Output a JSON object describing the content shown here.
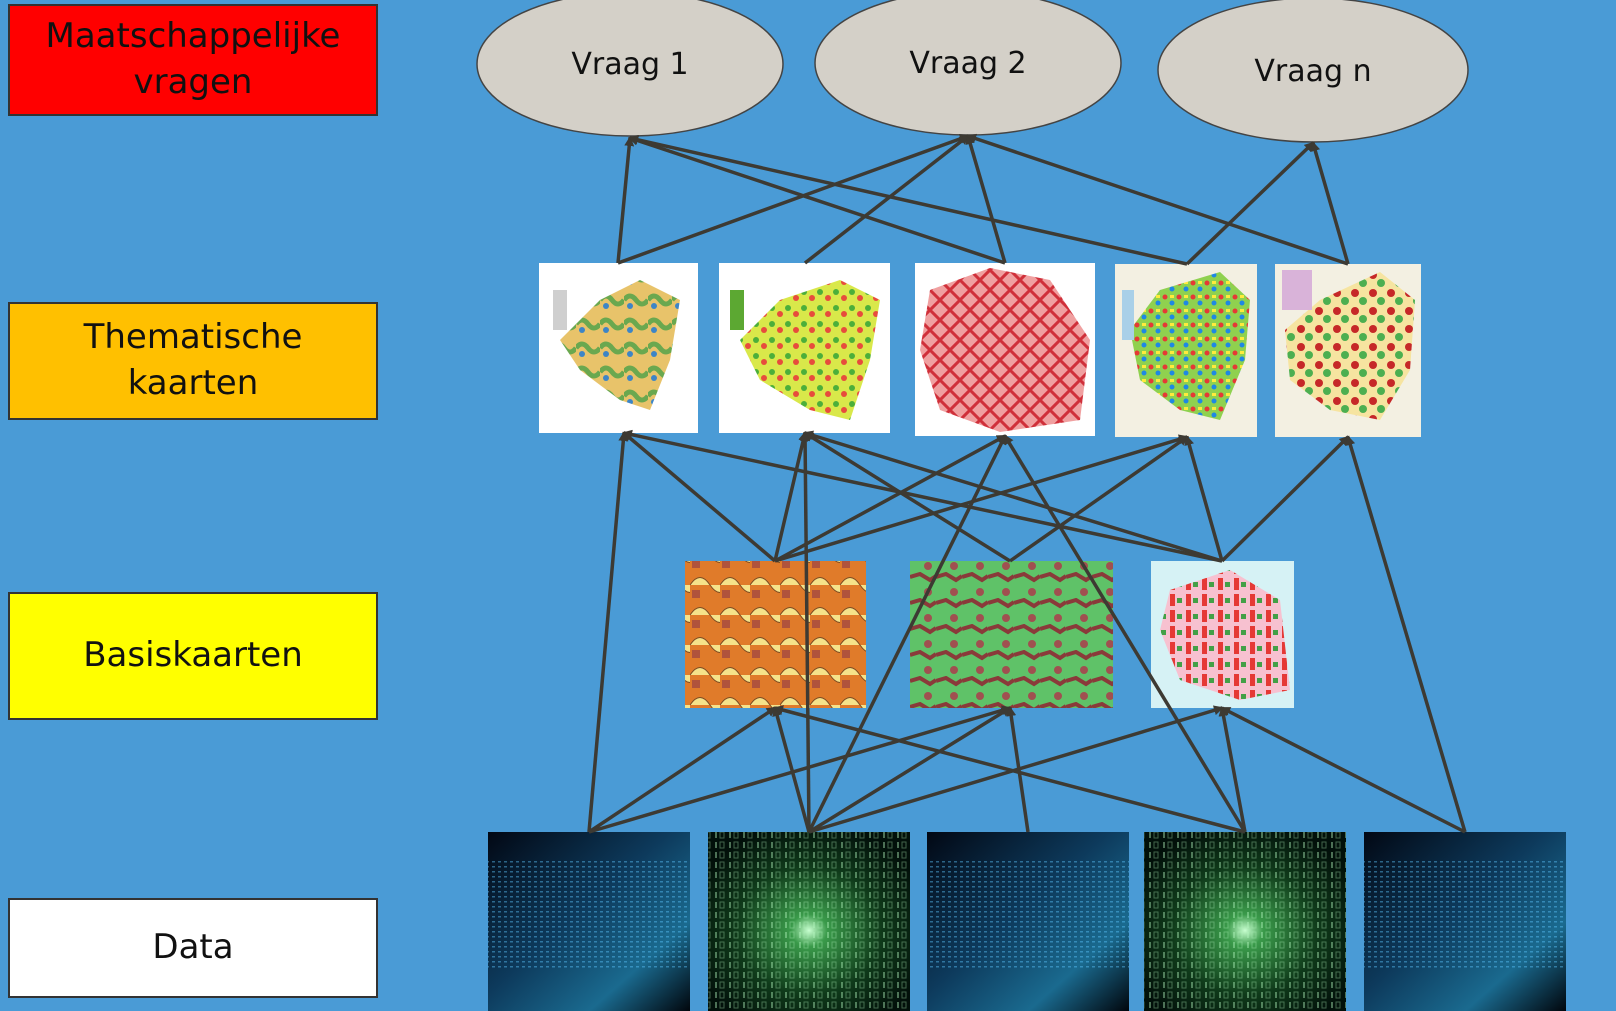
{
  "tiers": {
    "maatschappelijk": "Maatschappelijke\nvragen",
    "thematisch": "Thematische\nkaarten",
    "basis": "Basiskaarten",
    "data": "Data"
  },
  "questions": [
    "Vraag 1",
    "Vraag 2",
    "Vraag n"
  ],
  "colors": {
    "background": "#4a9bd6",
    "tier_red": "#ff0000",
    "tier_orange": "#ffc000",
    "tier_yellow": "#ffff00",
    "tier_white": "#ffffff",
    "question_fill": "#d4d0c8",
    "arrow": "#3d3a33"
  },
  "thematic_maps": [
    {
      "name": "thematische-kaart-1"
    },
    {
      "name": "thematische-kaart-2"
    },
    {
      "name": "thematische-kaart-3"
    },
    {
      "name": "thematische-kaart-4"
    },
    {
      "name": "thematische-kaart-5"
    }
  ],
  "base_maps": [
    {
      "name": "basiskaart-1"
    },
    {
      "name": "basiskaart-2"
    },
    {
      "name": "basiskaart-3"
    }
  ],
  "data_tiles": [
    {
      "name": "data-tile-1",
      "style": "blue-stream"
    },
    {
      "name": "data-tile-2",
      "style": "green-binary"
    },
    {
      "name": "data-tile-3",
      "style": "blue-stream"
    },
    {
      "name": "data-tile-4",
      "style": "green-binary"
    },
    {
      "name": "data-tile-5",
      "style": "blue-stream"
    }
  ]
}
